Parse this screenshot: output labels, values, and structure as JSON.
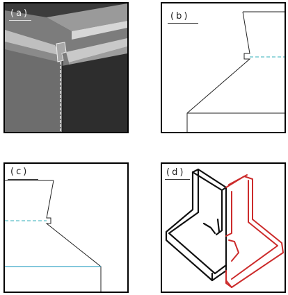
{
  "panels": {
    "a": {
      "label": "(a)"
    },
    "b": {
      "label": "(b)"
    },
    "c": {
      "label": "(c)"
    },
    "d": {
      "label": "(d)"
    }
  },
  "colors": {
    "frame": "#000000",
    "dashed_guide": "#5bbfc7",
    "blue_line": "#3aa6c8",
    "red_part": "#cc2b2b",
    "photo_gray": "#6e6e6e"
  }
}
